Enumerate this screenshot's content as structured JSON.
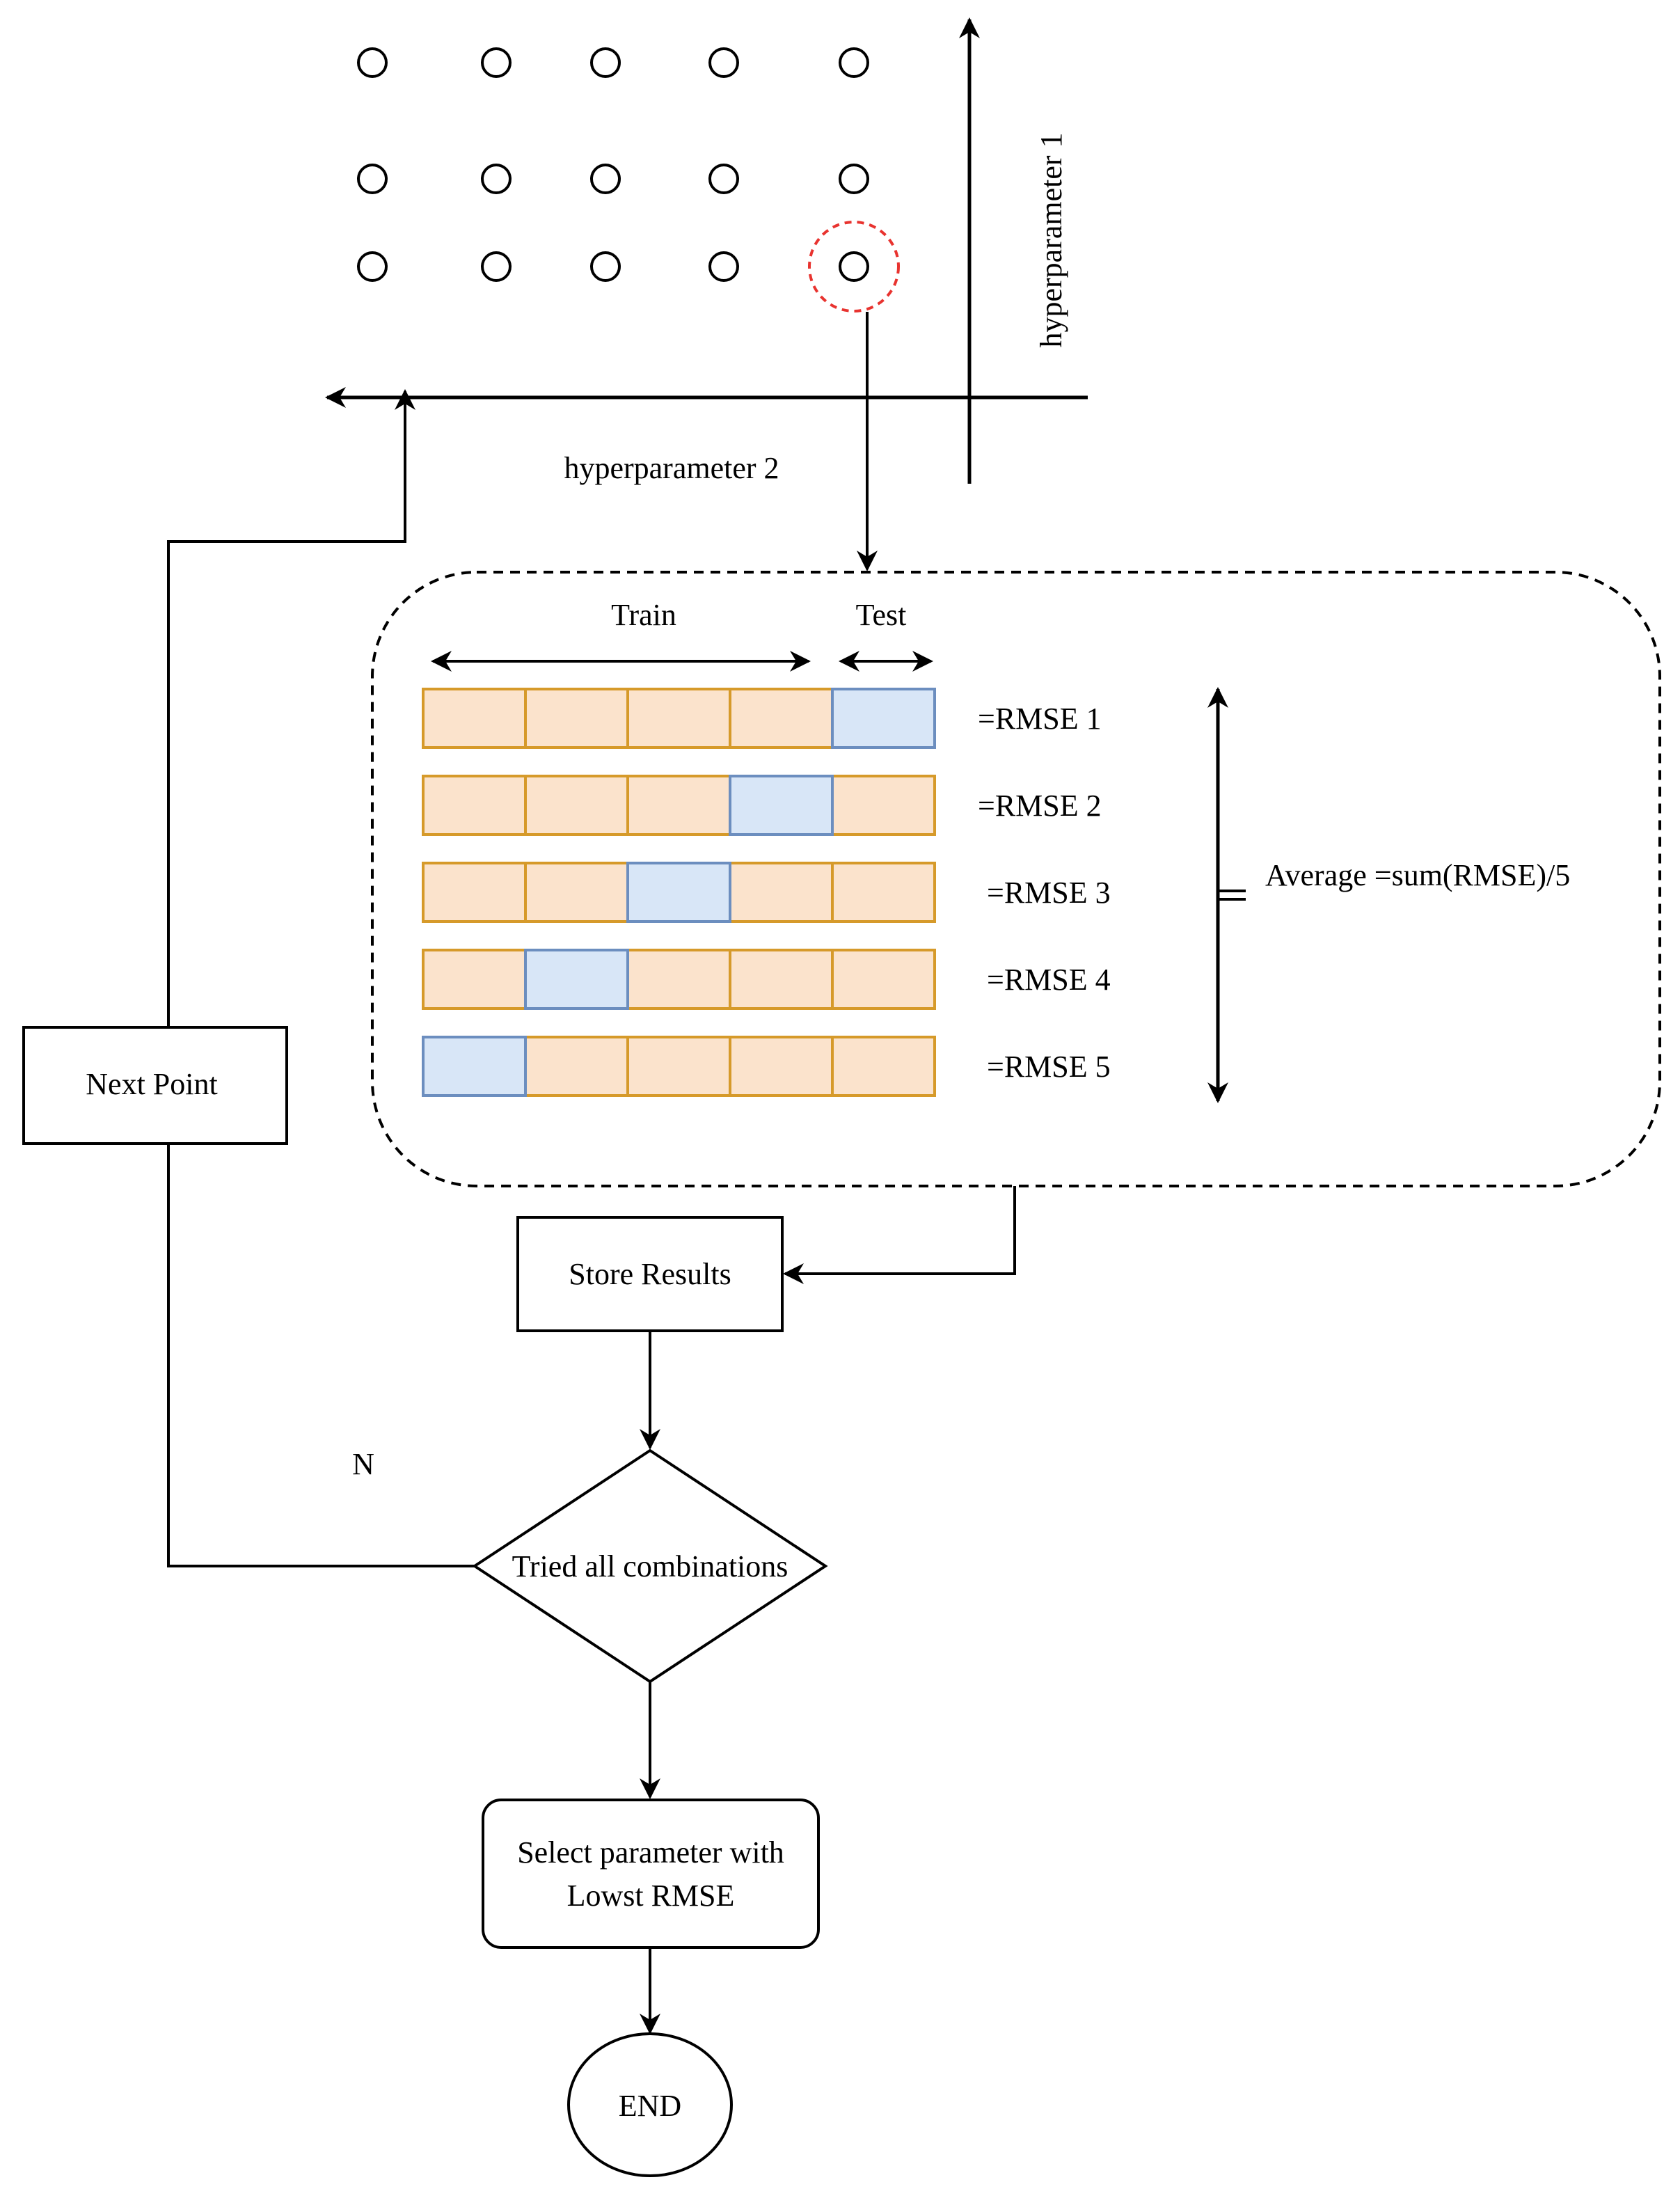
{
  "grid": {
    "rows": 3,
    "cols": 5,
    "selected": {
      "row": 3,
      "col": 5
    },
    "selected_ring_color": "#e8332f"
  },
  "axes": {
    "vertical_label": "hyperparameter 1",
    "horizontal_label": "hyperparameter 2"
  },
  "cv": {
    "train_label": "Train",
    "test_label": "Test",
    "folds": 5,
    "train_color": "#fbe3cc",
    "train_border": "#d69a2a",
    "test_color": "#d8e6f7",
    "test_border": "#6c8ebf",
    "rmse_labels": [
      "=RMSE 1",
      "=RMSE 2",
      "=RMSE 3",
      "=RMSE 4",
      "=RMSE 5"
    ],
    "average_label": "Average =sum(RMSE)/5"
  },
  "flow": {
    "next_point": "Next Point",
    "store_results": "Store Results",
    "decision": "Tried all combinations",
    "no_label": "N",
    "select_line1": "Select parameter with",
    "select_line2": "Lowst RMSE",
    "end": "END"
  }
}
